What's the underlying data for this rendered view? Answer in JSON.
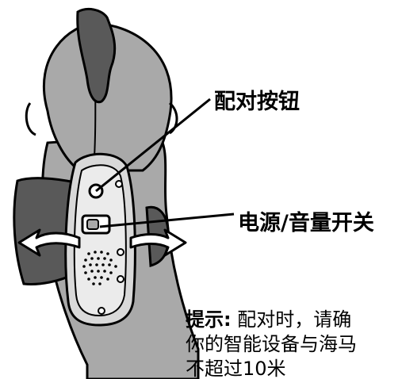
{
  "callouts": {
    "pair_button": "配对按钮",
    "power_volume_switch": "电源/音量开关"
  },
  "tip": {
    "title": "提示:",
    "line1": "配对时，请确",
    "line2": "你的智能设备与海马",
    "line3": "不超过10米"
  },
  "colors": {
    "toy_body": "#a9a9a9",
    "toy_outline": "#000000",
    "fin_dark": "#595959",
    "panel": "#d9d9d9",
    "arrow": "#ffffff"
  },
  "icons": {
    "left_arrow": "curved-arrow-left",
    "right_arrow": "curved-arrow-right"
  }
}
